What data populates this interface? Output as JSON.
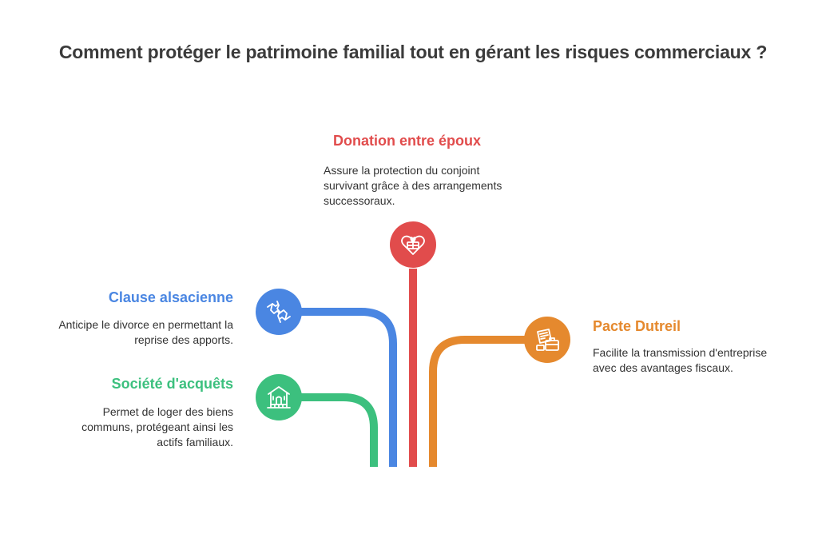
{
  "title": "Comment protéger le patrimoine familial tout en gérant les risques commerciaux ?",
  "colors": {
    "red": "#e14c4c",
    "blue": "#4a86e2",
    "green": "#3cc07e",
    "orange": "#e5892e"
  },
  "items": {
    "donation": {
      "title": "Donation entre époux",
      "desc": "Assure la protection du conjoint survivant grâce à des arrangements successoraux.",
      "icon": "heart-gift-icon"
    },
    "alsacienne": {
      "title": "Clause alsacienne",
      "desc": "Anticipe le divorce en permettant la reprise des apports.",
      "icon": "broken-handshake-icon"
    },
    "acquets": {
      "title": "Société d'acquêts",
      "desc": "Permet de loger des biens communs, protégeant ainsi les actifs familiaux.",
      "icon": "house-icon"
    },
    "dutreil": {
      "title": "Pacte Dutreil",
      "desc": "Facilite la transmission d'entreprise avec des avantages fiscaux.",
      "icon": "documents-briefcase-icon"
    }
  }
}
